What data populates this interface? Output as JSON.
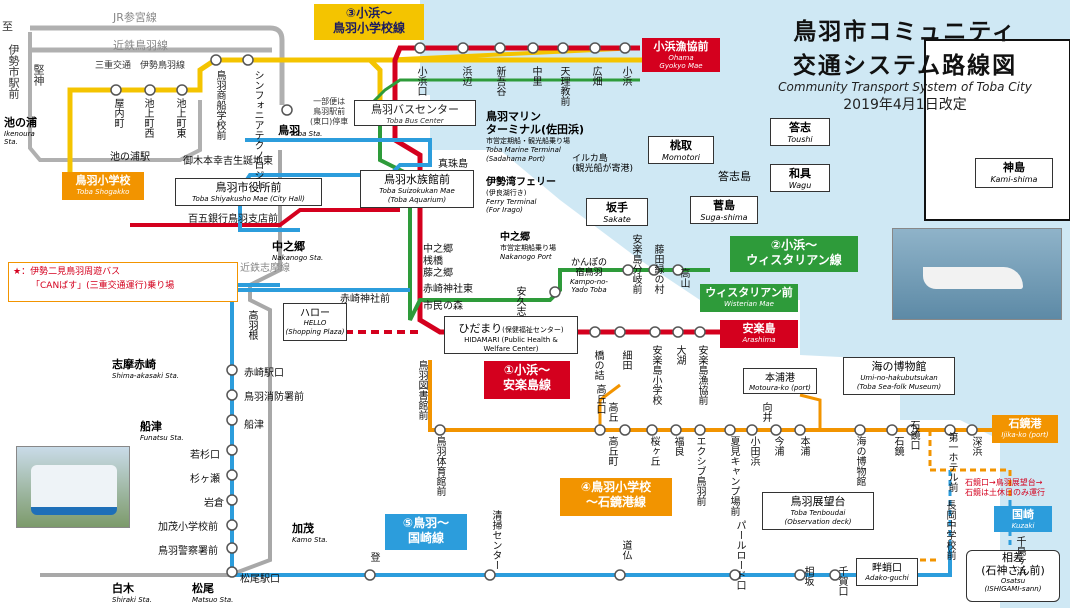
{
  "title": {
    "line1": "鳥羽市コミュニティ",
    "line2": "交通システム路線図",
    "english": "Community Transport System of Toba City",
    "date": "2019年4月1日改定"
  },
  "colors": {
    "sea": "#cfe8f4",
    "line1_red": "#d4001e",
    "line2_green": "#2e9b3a",
    "line3_yellow": "#f4c400",
    "line4_orange": "#f29400",
    "line5_blue": "#2c9ddc",
    "rail_gray": "#a8a8a8",
    "ferry_blue": "#1e6fb8"
  },
  "route_labels": {
    "r1": "①小浜～\n安楽島線",
    "r2": "②小浜～\nウィスタリアン線",
    "r3": "③小浜～\n鳥羽小学校線",
    "r4": "④鳥羽小学校\n～石鏡港線",
    "r5": "⑤鳥羽～\n国崎線"
  },
  "rail_labels": {
    "jr": "JR参宮線",
    "kintetsu_toba": "近鉄鳥羽線",
    "sanco": "三重交通　伊勢鳥羽線",
    "shima": "近鉄志摩線",
    "to_ise": "至",
    "kenjin": "堅神",
    "ise_city": "伊勢市駅前"
  },
  "legend": {
    "line1": "★：伊勢二見鳥羽周遊バス",
    "line2": "「CANばす」(三重交通運行)乗り場"
  },
  "notes": {
    "bus_center": "一部便は\n鳥羽駅前\n(東口)停車",
    "ijika": "石鏡口→鳥羽展望台→\n石鏡は土休日のみ運行",
    "irago_sub": "(For Irago)"
  },
  "hubs": {
    "bus_center": {
      "ja": "鳥羽バスセンター",
      "en": "Toba Bus Center"
    },
    "toba": {
      "ja": "鳥羽",
      "en": "Toba Sta."
    },
    "suizokukan": {
      "ja": "鳥羽水族館前",
      "en": "Toba Suizokukan Mae\n(Toba Aquarium)"
    },
    "shiyakusho": {
      "ja": "鳥羽市役所前",
      "en": "Toba Shiyakusho Mae (City Hall)"
    },
    "hidamari": {
      "ja": "ひだまり",
      "sub": "(保健福祉センター)",
      "en": "HIDAMARI (Public Health &\nWelfare Center)"
    },
    "hello": {
      "ja": "ハロー",
      "en": "HELLO\n(Shopping Plaza)"
    },
    "marine": {
      "ja": "鳥羽マリン\nターミナル(佐田浜)",
      "sub": "市営定期船・観光船乗り場",
      "en": "Toba Marine Terminal\n(Sadahama Port)"
    },
    "isewan": {
      "ja": "伊勢湾フェリー",
      "sub": "(伊良湖行き)",
      "en": "Ferry Terminal"
    },
    "nakanogo_port": {
      "ja": "中之郷",
      "sub": "市営定期船乗り場",
      "en": "Nakanogo Port"
    },
    "umi_museum": {
      "ja": "海の博物館",
      "en": "Umi-no-hakubutsukan\n(Toba Sea-folk Museum)"
    },
    "tenbodai": {
      "ja": "鳥羽展望台",
      "en": "Toba Tenboudai\n(Observation deck)"
    },
    "motoura": {
      "ja": "本浦港",
      "en": "Motoura-ko (port)"
    },
    "kanpo": {
      "ja": "かんぽの\n宿鳥羽",
      "en": "Kampo-no-\nYado Toba"
    },
    "adakoguchi": {
      "ja": "畔蛸口",
      "en": "Adako-guchi"
    },
    "osatsu": {
      "ja": "相差\n(石神さん前)",
      "en": "Osatsu\n(ISHIGAMI-sann)"
    }
  },
  "terminals": {
    "ohama": {
      "ja": "小浜漁協前",
      "en": "Ohama\nGyokyo Mae"
    },
    "wisterian": {
      "ja": "ウィスタリアン前",
      "en": "Wisterian Mae"
    },
    "arashima": {
      "ja": "安楽島",
      "en": "Arashima"
    },
    "ijika": {
      "ja": "石鏡港",
      "en": "Ijika-ko (port)"
    },
    "kuzaki": {
      "ja": "国崎",
      "en": "Kuzaki"
    },
    "shogakko": {
      "ja": "鳥羽小学校",
      "en": "Toba Shogakko"
    }
  },
  "islands": {
    "toshi": {
      "ja": "答志",
      "en": "Toushi"
    },
    "wagu": {
      "ja": "和具",
      "en": "Wagu"
    },
    "momotori": {
      "ja": "桃取",
      "en": "Momotori"
    },
    "sakate": {
      "ja": "坂手",
      "en": "Sakate"
    },
    "sugashima": {
      "ja": "菅島",
      "en": "Suga-shima"
    },
    "kamishima": {
      "ja": "神島",
      "en": "Kami-shima"
    },
    "toshijima": "答志島",
    "iruka": "イルカ島\n(観光船が寄港)"
  },
  "rail_stations": {
    "ikenoura": {
      "ja": "池の浦",
      "en": "Ikenoura\nSta."
    },
    "nakanogo": {
      "ja": "中之郷",
      "en": "Nakanogo Sta."
    },
    "shimaakasaki": {
      "ja": "志摩赤崎",
      "en": "Shima-akasaki Sta."
    },
    "funatsu": {
      "ja": "船津",
      "en": "Funatsu Sta."
    },
    "kamo": {
      "ja": "加茂",
      "en": "Kamo Sta."
    },
    "shiraki": {
      "ja": "白木",
      "en": "Shiraki Sta."
    },
    "matsuo": {
      "ja": "松尾",
      "en": "Matsuo Sta."
    }
  },
  "stops": {
    "ohama_line_top": [
      "小浜口",
      "浜辺",
      "新吾谷",
      "中里",
      "天理教前",
      "広畑",
      "小浜"
    ],
    "sanco_h": [
      "屋内町",
      "池上町西",
      "池上町東"
    ],
    "center_v": [
      "鳥羽商船学校前",
      "シンフォニアテクノロジー"
    ],
    "left_misc": [
      "池の浦駅",
      "御木本幸吉生誕地東",
      "百五銀行鳥羽支店前"
    ],
    "center_col": [
      "真珠島",
      "中之郷",
      "桟橋",
      "藤之郷",
      "赤崎神社東",
      "市民の森",
      "赤崎神社前"
    ],
    "takane": "高羽根",
    "red_stops": [
      "橋の詰",
      "細田",
      "大湖",
      "安楽島漁協前",
      "安楽島小学校"
    ],
    "green_stops": [
      "安久志",
      "安楽島分岐前",
      "藤田緑の村",
      "高山"
    ],
    "blue_v": [
      "赤崎駅口",
      "鳥羽消防署前",
      "船津",
      "若杉口",
      "杉ヶ瀬",
      "岩倉",
      "加茂小学校前",
      "鳥羽警察署前",
      "松尾駅口"
    ],
    "orange_stops": [
      "鳥羽図書館前",
      "鳥羽体育館前",
      "高丘口",
      "高丘",
      "高丘町",
      "桜ヶ丘",
      "福良",
      "エクシブ鳥羽前",
      "夏見キャンプ場前",
      "小田浜",
      "今浦",
      "本浦",
      "海の博物館",
      "石鏡",
      "石鏡口",
      "第一ホテル前",
      "深浜",
      "向井",
      "長岡中学校前",
      "千鳥ヶ浜"
    ],
    "bottom_blue": [
      "登",
      "清掃センター",
      "道仏",
      "パールロード口",
      "相坂",
      "千賀口"
    ]
  }
}
